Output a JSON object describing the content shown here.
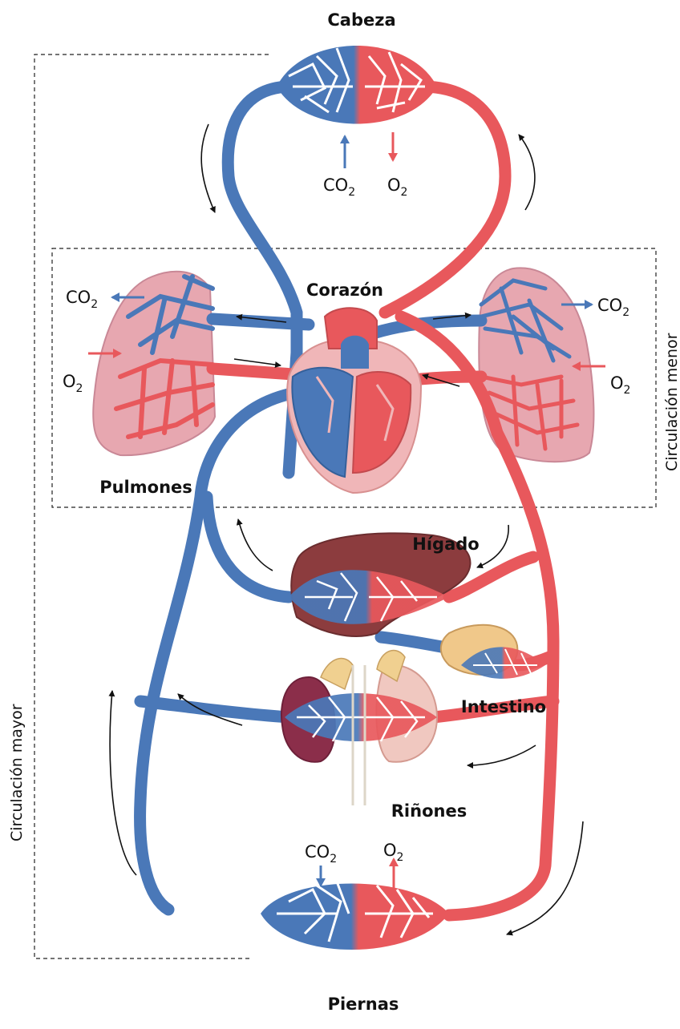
{
  "organs": {
    "head": "Cabeza",
    "heart": "Corazón",
    "lungs": "Pulmones",
    "liver": "Hígado",
    "intestine": "Intestino",
    "kidneys": "Riñones",
    "legs": "Piernas"
  },
  "circuits": {
    "systemic": "Circulación mayor",
    "pulmonary": "Circulación menor"
  },
  "gases": {
    "co2_main": "CO",
    "co2_sub": "2",
    "o2_main": "O",
    "o2_sub": "2"
  },
  "colors": {
    "venous_blood": "#4a78b8",
    "arterial_blood": "#e8585c",
    "lung_tissue": "#e7a7b0",
    "liver_tissue": "#8c3c3e",
    "kidney_tissue": "#8b2e4a",
    "flow_arrow": "#111111"
  }
}
